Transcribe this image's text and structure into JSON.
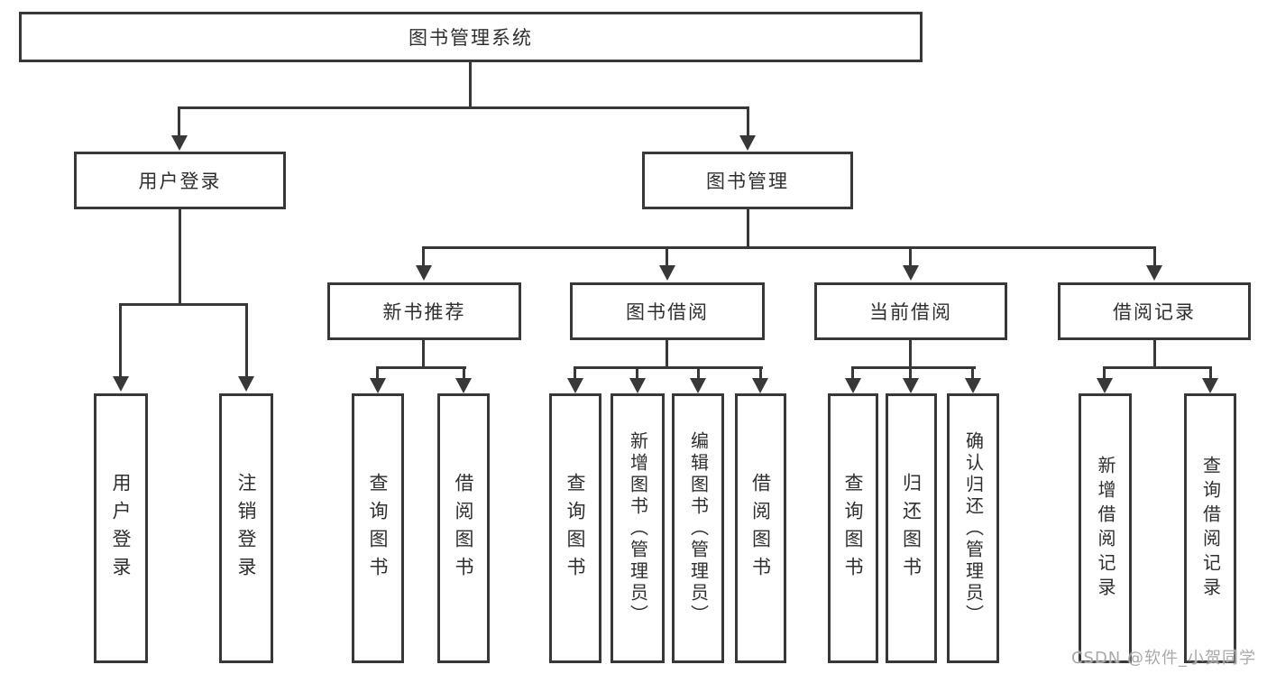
{
  "diagram_title": "图书管理系统",
  "colors": {
    "line": "#383838",
    "text": "#2f2f2f",
    "background": "#ffffff",
    "watermark": "#a9a9a9"
  },
  "watermark": {
    "text": "CSDN @软件_小贺同学"
  },
  "tree": {
    "root": {
      "label": "图书管理系统",
      "children": [
        {
          "label": "用户登录",
          "children": [
            {
              "label": "用户登录"
            },
            {
              "label": "注销登录"
            }
          ]
        },
        {
          "label": "图书管理",
          "children": [
            {
              "label": "新书推荐",
              "children": [
                {
                  "label": "查询图书"
                },
                {
                  "label": "借阅图书"
                }
              ]
            },
            {
              "label": "图书借阅",
              "children": [
                {
                  "label": "查询图书"
                },
                {
                  "label": "新增图书（管理员）"
                },
                {
                  "label": "编辑图书（管理员）"
                },
                {
                  "label": "借阅图书"
                }
              ]
            },
            {
              "label": "当前借阅",
              "children": [
                {
                  "label": "查询图书"
                },
                {
                  "label": "归还图书"
                },
                {
                  "label": "确认归还（管理员）"
                }
              ]
            },
            {
              "label": "借阅记录",
              "children": [
                {
                  "label": "新增借阅记录"
                },
                {
                  "label": "查询借阅记录"
                }
              ]
            }
          ]
        }
      ]
    }
  }
}
